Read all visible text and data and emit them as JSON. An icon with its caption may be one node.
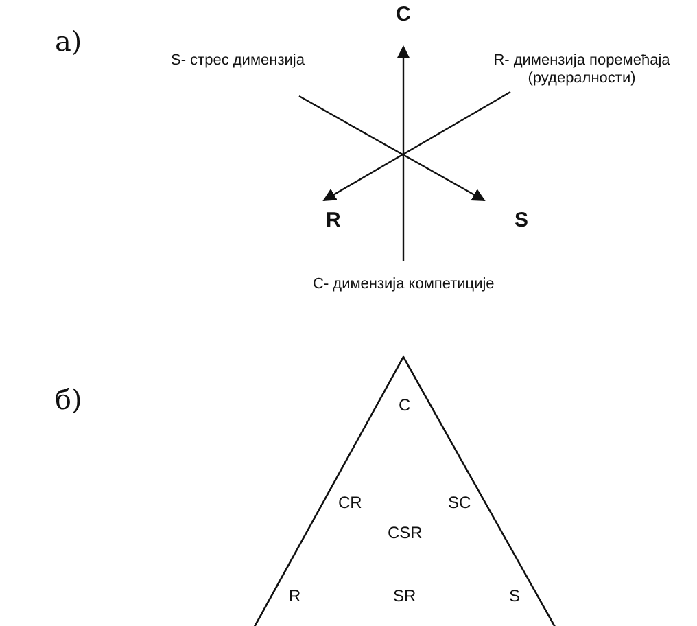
{
  "diagram": {
    "nodes": [
      {
        "text": [
          "C",
          "CR",
          "SC",
          "CSR",
          "R",
          "SR",
          "S"
        ]
      }
    ],
    "edges": [],
    "labels": [
      "а)",
      "S- стрес димензија",
      "C",
      "R- димензија поремећаја (рудералности)",
      "R",
      "S",
      "C- димензија компетиције",
      "б)"
    ]
  }
}
